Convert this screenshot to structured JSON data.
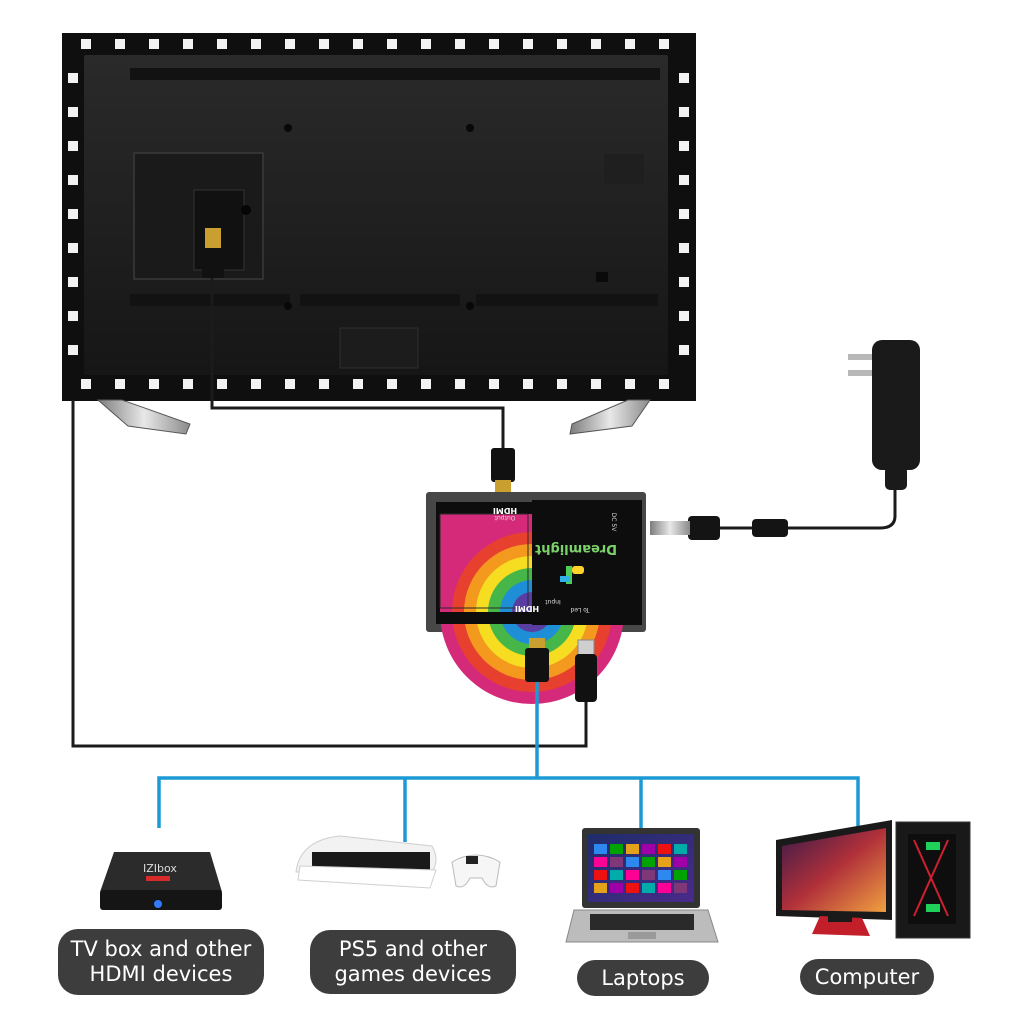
{
  "diagram": {
    "labels": {
      "tv_box": [
        "TV box and other",
        "HDMI devices"
      ],
      "ps5": [
        "PS5 and other",
        "games devices"
      ],
      "laptops": "Laptops",
      "computer": "Computer"
    },
    "sync_box": {
      "brand": "Dreamlight",
      "port_output": "HDMI",
      "port_output_sub": "Output",
      "port_input": "HDMI",
      "port_input_sub": "Input",
      "port_led": "To Led",
      "port_power": "DC 5V"
    },
    "tv_box_brand": "IZIbox",
    "colors": {
      "cable_blue": "#1d9ad6",
      "cable_black": "#1b1b1b",
      "tv_back": "#232323",
      "pill_bg": "#3d3d3d"
    }
  }
}
